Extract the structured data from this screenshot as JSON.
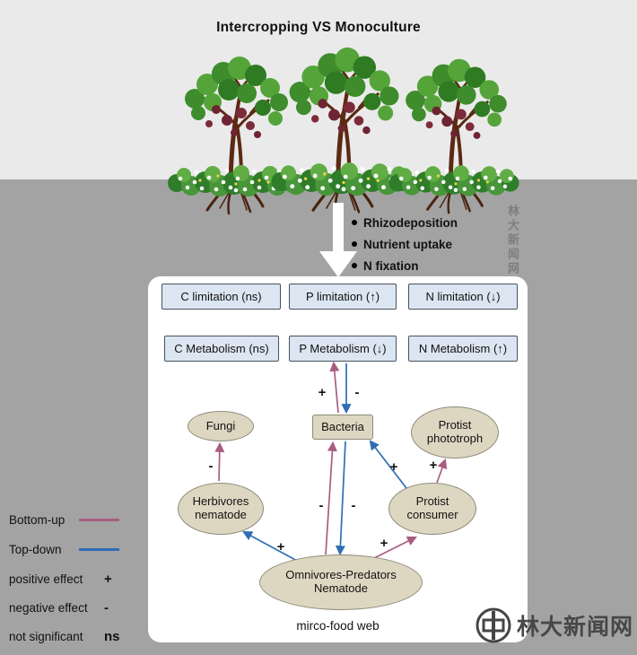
{
  "title": "Intercropping VS Monoculture",
  "process_bullets": [
    "Rhizodeposition",
    "Nutrient uptake",
    "N fixation"
  ],
  "panel": {
    "limitations": [
      "C limitation (ns)",
      "P limitation (↑)",
      "N limitation (↓)"
    ],
    "metabolisms": [
      "C Metabolism (ns)",
      "P Metabolism (↓)",
      "N Metabolism (↑)"
    ],
    "nodes": {
      "fungi": "Fungi",
      "bacteria": "Bacteria",
      "protist_phototroph": "Protist phototroph",
      "herbivores_nematode": "Herbivores nematode",
      "protist_consumer": "Protist consumer",
      "omnivores_predators": "Omnivores-Predators Nematode"
    },
    "edges": [
      {
        "from": "Bacteria",
        "to": "P Metabolism",
        "type": "bottom-up",
        "sign": "+"
      },
      {
        "from": "P Metabolism",
        "to": "Bacteria",
        "type": "top-down",
        "sign": "-"
      },
      {
        "from": "Herbivores nematode",
        "to": "Fungi",
        "type": "bottom-up",
        "sign": "-"
      },
      {
        "from": "Omnivores-Predators Nematode",
        "to": "Bacteria",
        "type": "bottom-up",
        "sign": "-"
      },
      {
        "from": "Bacteria",
        "to": "Omnivores-Predators Nematode",
        "type": "top-down",
        "sign": "-"
      },
      {
        "from": "Omnivores-Predators Nematode",
        "to": "Herbivores nematode",
        "type": "top-down",
        "sign": "+"
      },
      {
        "from": "Protist consumer",
        "to": "Bacteria",
        "type": "top-down",
        "sign": "+"
      },
      {
        "from": "Protist phototroph",
        "to": "Protist consumer",
        "type": "bottom-up",
        "sign": "+"
      },
      {
        "from": "Omnivores-Predators Nematode",
        "to": "Protist consumer",
        "type": "bottom-up",
        "sign": "+"
      }
    ],
    "caption": "mirco-food web"
  },
  "legend": {
    "bottom_up": "Bottom-up",
    "top_down": "Top-down",
    "positive": {
      "label": "positive effect",
      "symbol": "+"
    },
    "negative": {
      "label": "negative effect",
      "symbol": "-"
    },
    "not_significant": {
      "label": "not significant",
      "symbol": "ns"
    }
  },
  "colors": {
    "bottom_up_line": "#a85d80",
    "top_down_line": "#2f6eb5",
    "panel_background": "#ffffff",
    "box_fill": "#dce6f2",
    "node_fill": "#ddd7c2"
  },
  "watermark": {
    "text": "林大新闻网",
    "vertical_text": "林大新闻网"
  }
}
